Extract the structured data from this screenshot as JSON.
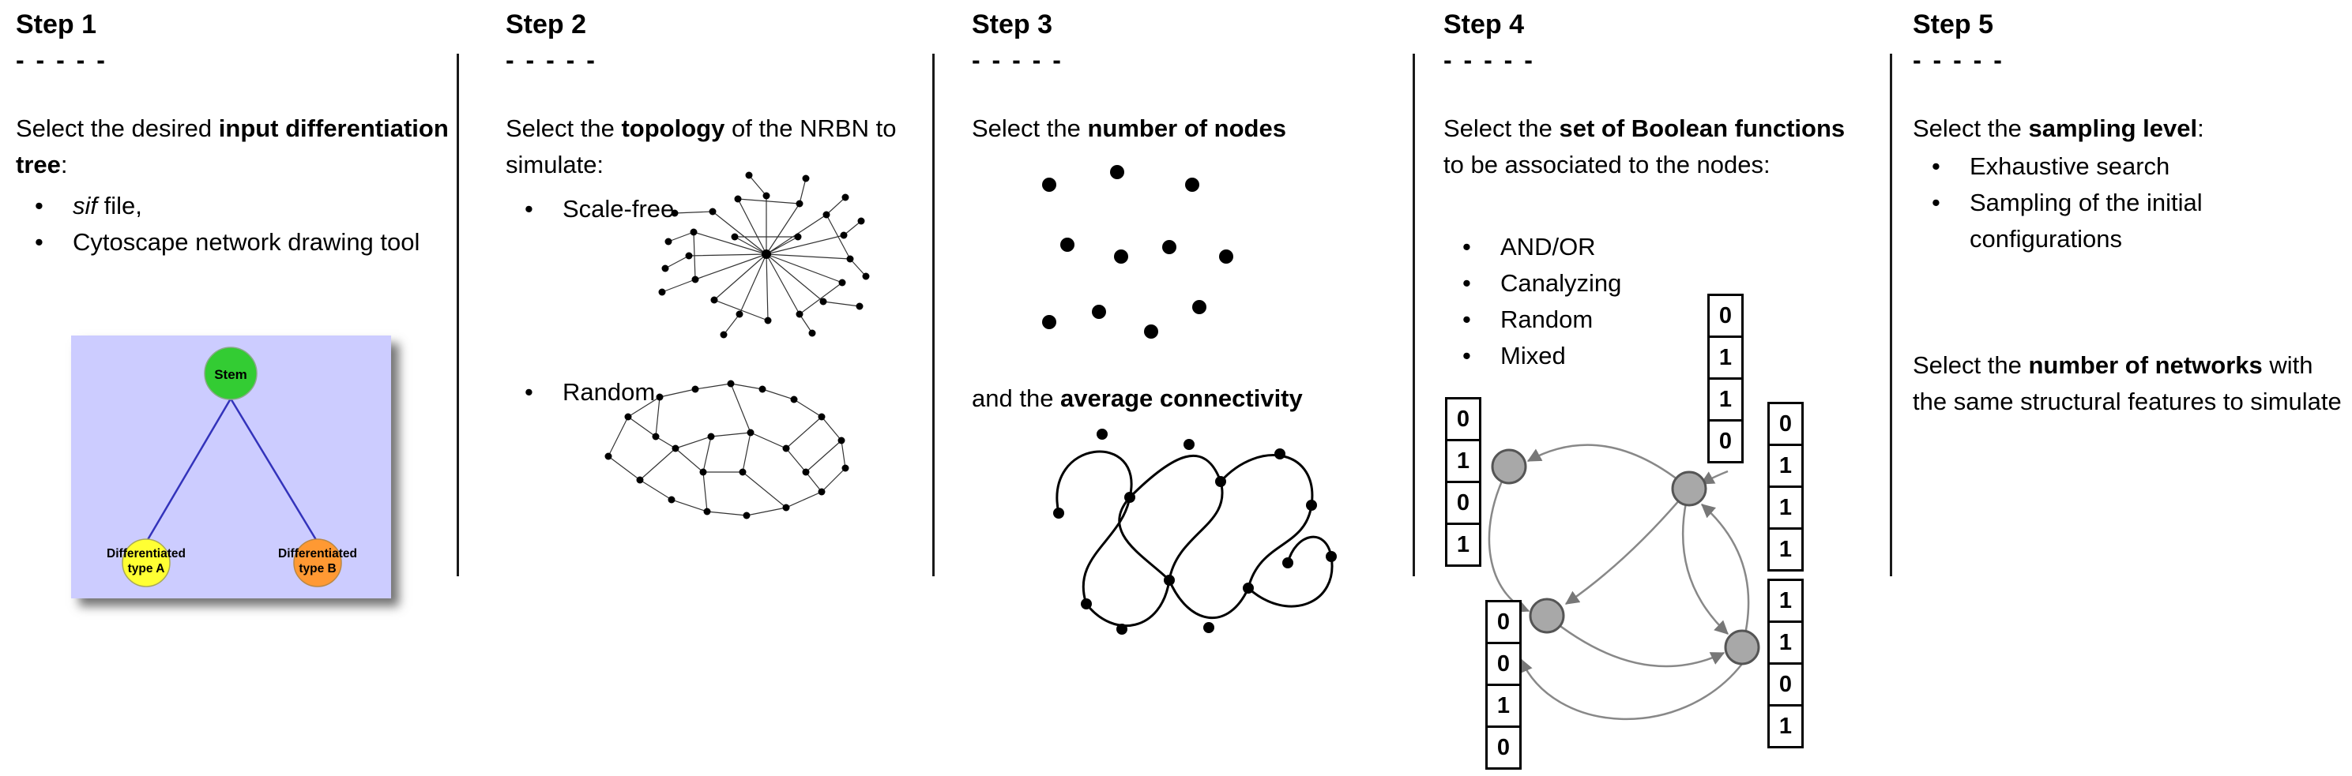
{
  "steps": [
    {
      "title": "Step 1",
      "dashes": "- - - - -",
      "intro": {
        "pre": "Select the desired ",
        "bold": "input differentiation tree",
        "post": ":"
      },
      "bullets": [
        {
          "italic": "sif",
          "rest": " file,"
        },
        {
          "text": "Cytoscape network drawing tool"
        }
      ],
      "tree": {
        "root_label": "Stem",
        "left_label_line1": "Differentiated",
        "left_label_line2": "type A",
        "right_label_line1": "Differentiated",
        "right_label_line2": "type B",
        "colors": {
          "background": "#ccccff",
          "root": "#33cc33",
          "left": "#ffff33",
          "right": "#ff9933",
          "edge": "#3333bb"
        }
      }
    },
    {
      "title": "Step 2",
      "dashes": "- - - - -",
      "intro": {
        "pre": "Select the ",
        "bold": "topology",
        "post": " of the NRBN to simulate:"
      },
      "bullets": [
        {
          "text": "Scale-free"
        },
        {
          "text": "Random"
        }
      ]
    },
    {
      "title": "Step 3",
      "dashes": "- - - - -",
      "line1": {
        "pre": "Select the ",
        "bold": "number of nodes",
        "post": ""
      },
      "line2": {
        "pre": "and the ",
        "bold": "average connectivity",
        "post": ""
      }
    },
    {
      "title": "Step 4",
      "dashes": "- - - - -",
      "intro": {
        "pre": "Select the ",
        "bold": "set of Boolean functions",
        "post": " to be associated to the nodes:"
      },
      "bullets": [
        {
          "text": "AND/OR"
        },
        {
          "text": "Canalyzing"
        },
        {
          "text": "Random"
        },
        {
          "text": "Mixed"
        }
      ],
      "node_color": "#a8a8a8",
      "truth_columns": {
        "left": [
          "0",
          "1",
          "0",
          "1"
        ],
        "top": [
          "0",
          "1",
          "1",
          "0"
        ],
        "right": [
          "0",
          "1",
          "1",
          "1",
          "1",
          "1",
          "0",
          "1"
        ],
        "bottom": [
          "0",
          "0",
          "1",
          "0"
        ]
      }
    },
    {
      "title": "Step 5",
      "dashes": "- - - - -",
      "intro": {
        "pre": "Select the ",
        "bold": "sampling level",
        "post": ":"
      },
      "bullets": [
        {
          "text": "Exhaustive search"
        },
        {
          "text": "Sampling of the initial configurations"
        }
      ],
      "para2": {
        "pre": "Select the ",
        "bold": "number of networks",
        "post": " with the same structural features to simulate"
      }
    }
  ]
}
